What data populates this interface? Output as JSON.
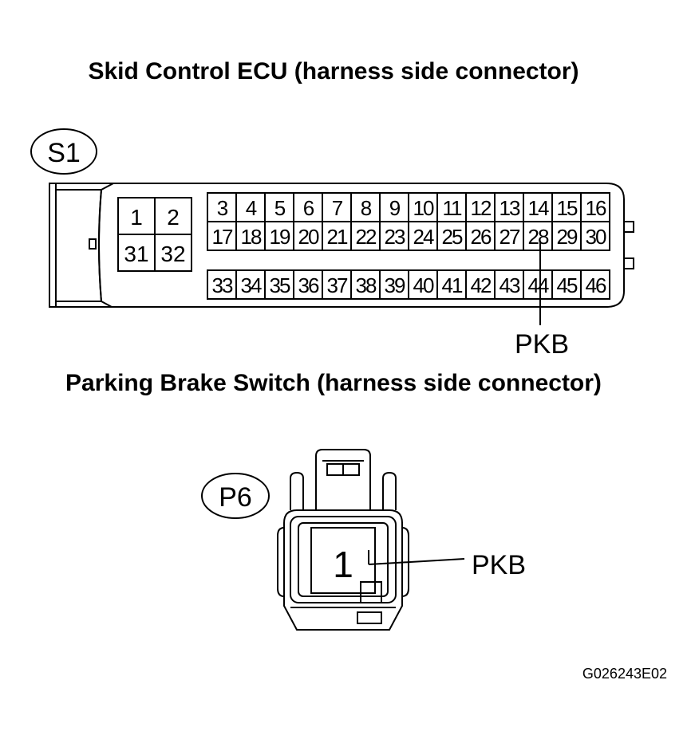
{
  "ecu_title": "Skid Control ECU (harness side connector)",
  "ecu_connector_id": "S1",
  "ecu_left_pins": [
    [
      "1",
      "2"
    ],
    [
      "31",
      "32"
    ]
  ],
  "ecu_right_rows": [
    [
      "3",
      "4",
      "5",
      "6",
      "7",
      "8",
      "9",
      "10",
      "11",
      "12",
      "13",
      "14",
      "15",
      "16"
    ],
    [
      "17",
      "18",
      "19",
      "20",
      "21",
      "22",
      "23",
      "24",
      "25",
      "26",
      "27",
      "28",
      "29",
      "30"
    ],
    [
      "33",
      "34",
      "35",
      "36",
      "37",
      "38",
      "39",
      "40",
      "41",
      "42",
      "43",
      "44",
      "45",
      "46"
    ]
  ],
  "ecu_signal_label": "PKB",
  "switch_title": "Parking Brake Switch (harness side connector)",
  "switch_connector_id": "P6",
  "switch_pin": "1",
  "switch_signal_label": "PKB",
  "figure_code": "G026243E02"
}
